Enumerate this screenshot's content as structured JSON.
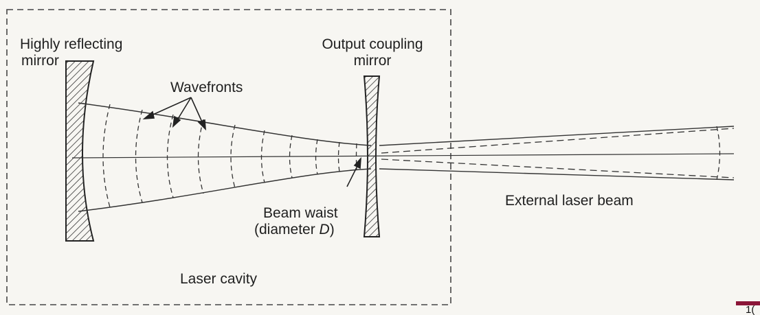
{
  "labels": {
    "highly_reflecting_mirror_line1": "Highly reflecting",
    "highly_reflecting_mirror_line2": "mirror",
    "output_coupling_mirror_line1": "Output coupling",
    "output_coupling_mirror_line2": "mirror",
    "wavefronts": "Wavefronts",
    "beam_waist_line1": "Beam waist",
    "beam_waist_line2": "(diameter ",
    "beam_waist_symbol": "D",
    "beam_waist_close": ")",
    "external_beam": "External laser beam",
    "laser_cavity": "Laser cavity"
  },
  "slide": {
    "page_number": "1("
  },
  "colors": {
    "background": "#f7f6f2",
    "line": "#333333",
    "accent_bar": "#8b1538"
  }
}
